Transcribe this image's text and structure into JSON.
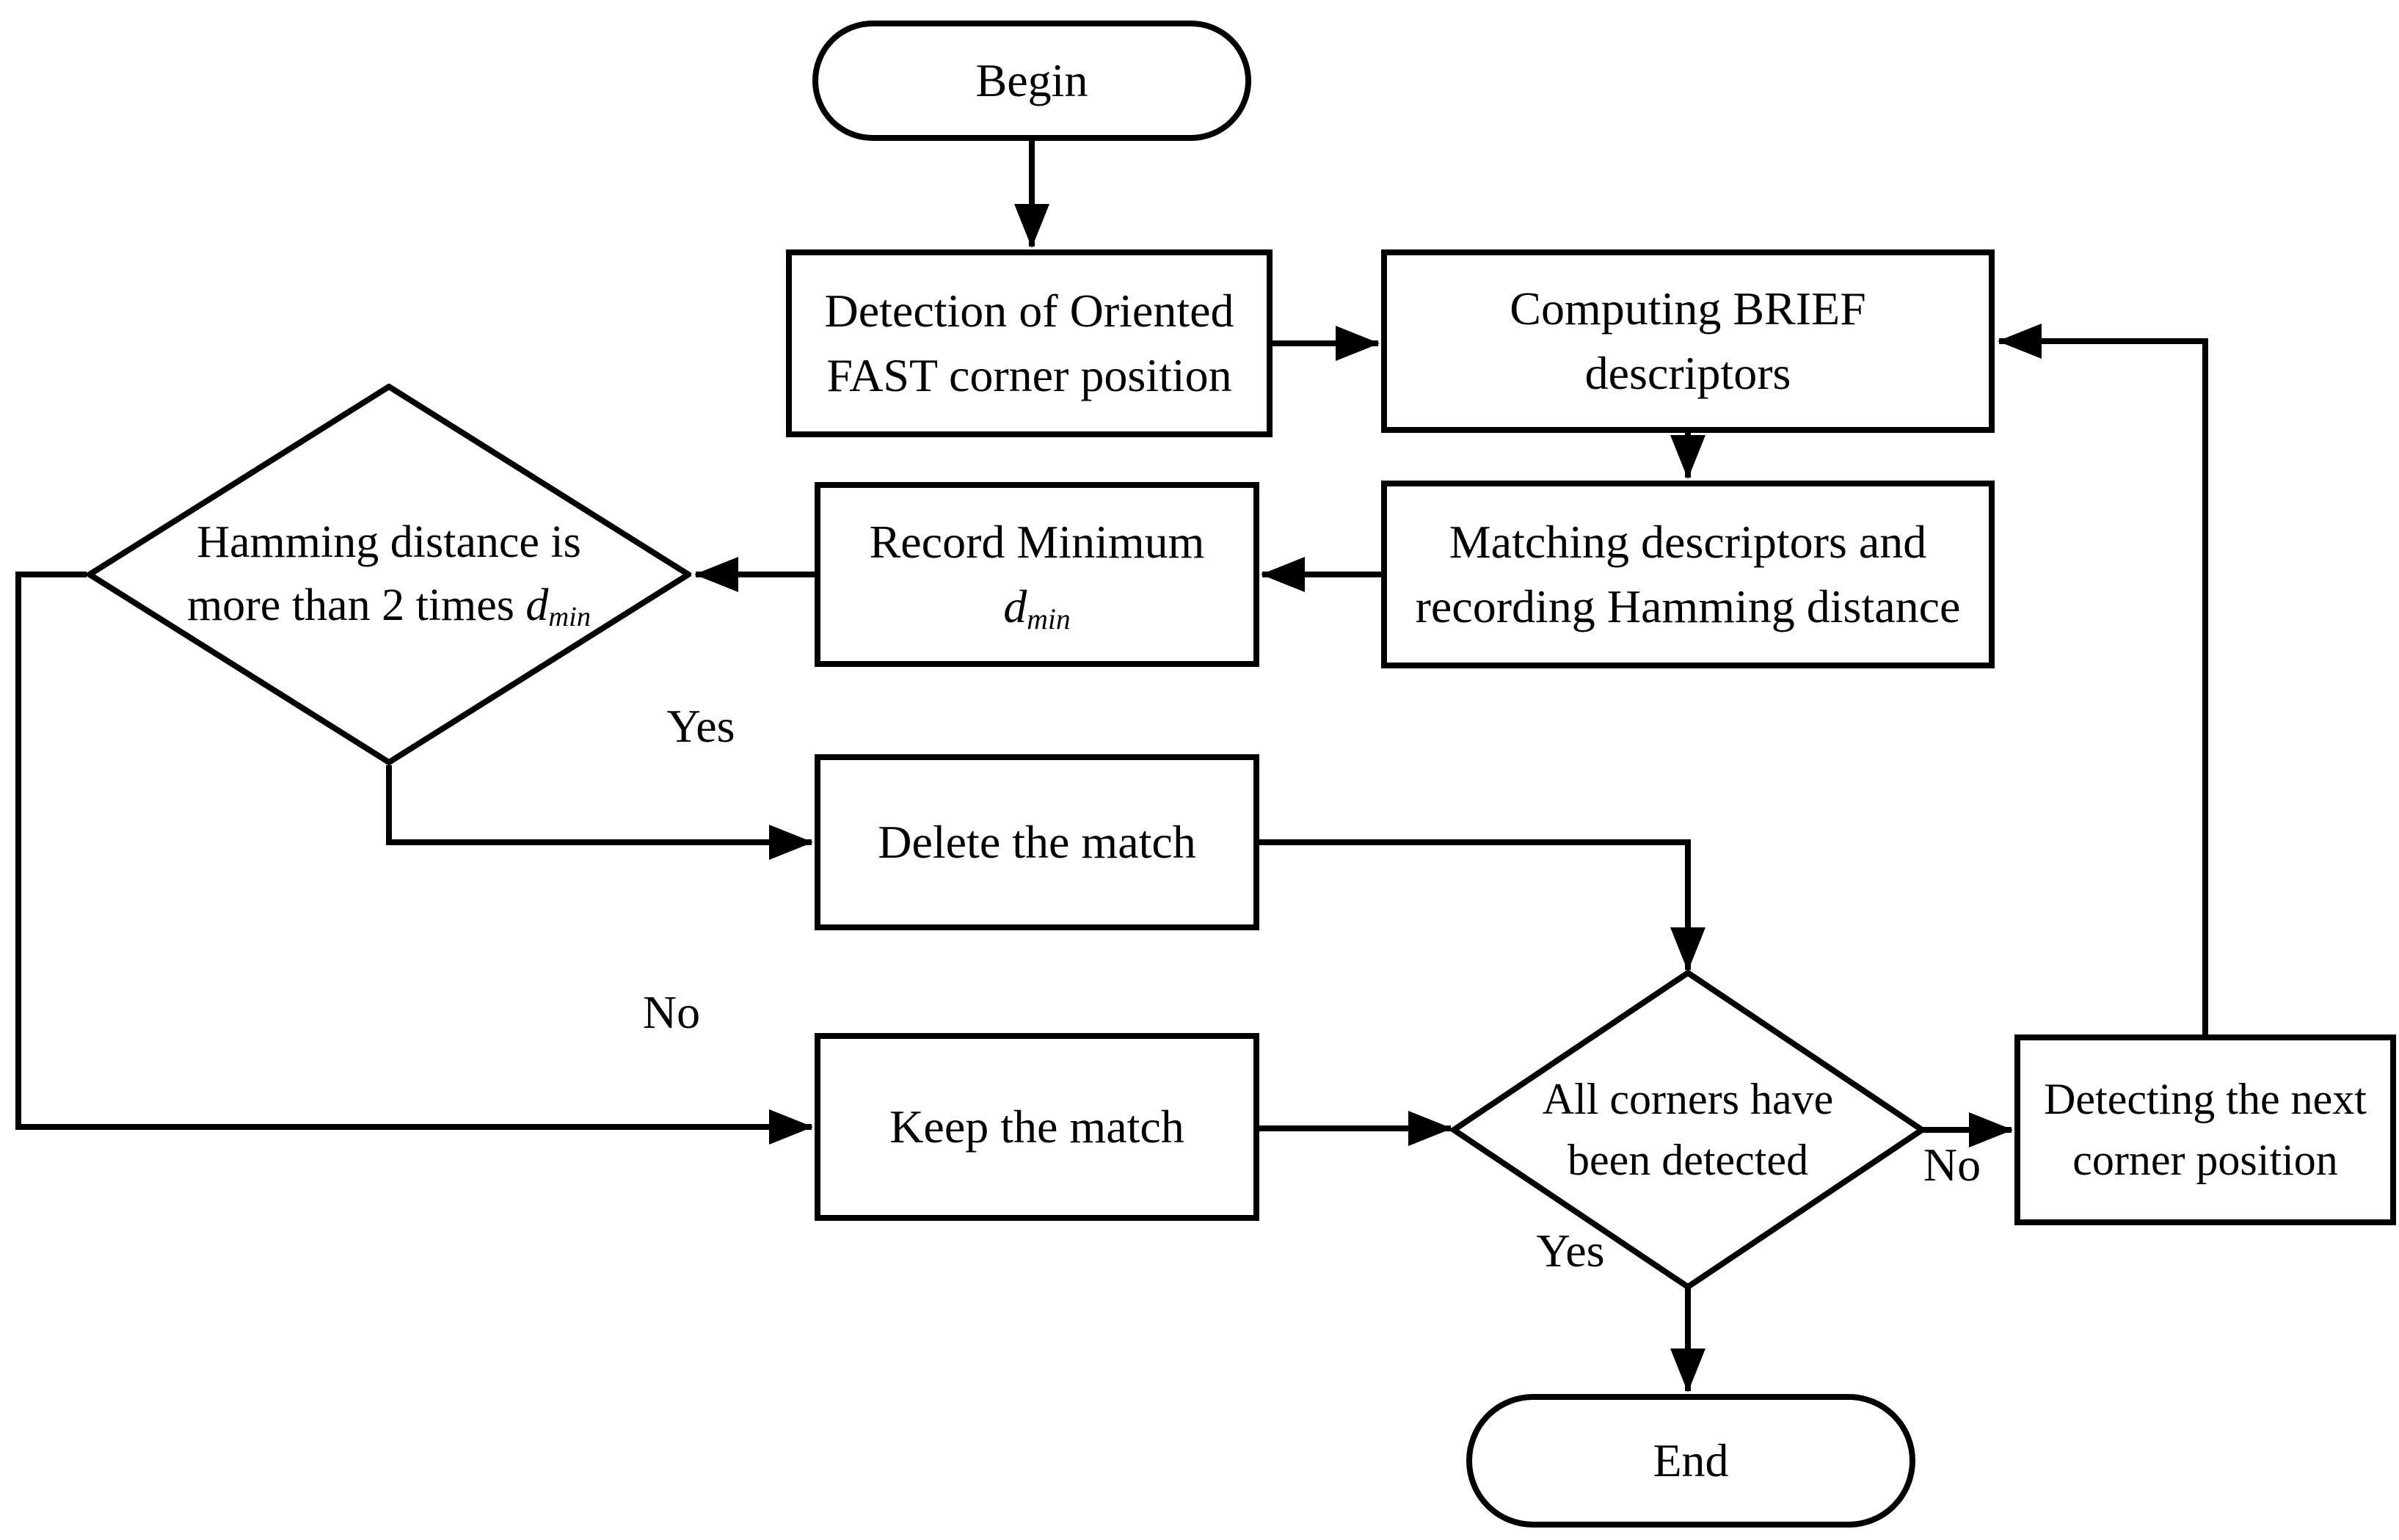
{
  "nodes": {
    "begin": {
      "label": "Begin"
    },
    "detect": {
      "line1": "Detection of Oriented",
      "line2": "FAST corner position"
    },
    "compute": {
      "line1": "Computing BRIEF",
      "line2": "descriptors"
    },
    "match": {
      "line1": "Matching descriptors and",
      "line2": "recording Hamming distance"
    },
    "record": {
      "line1": "Record Minimum",
      "sym_base": "d",
      "sym_sub": "min"
    },
    "hamming_decision": {
      "line1": "Hamming distance is",
      "line2_prefix": "more than 2 times ",
      "sym_base": "d",
      "sym_sub": "min"
    },
    "delete": {
      "label": "Delete the match"
    },
    "keep": {
      "label": "Keep the match"
    },
    "all_corners_decision": {
      "line1": "All corners have",
      "line2": "been detected"
    },
    "next_corner": {
      "line1": "Detecting the next",
      "line2": "corner position"
    },
    "end": {
      "label": "End"
    }
  },
  "edge_labels": {
    "hamming_yes": "Yes",
    "hamming_no": "No",
    "corners_yes": "Yes",
    "corners_no": "No"
  },
  "colors": {
    "line": "#000000",
    "background": "#ffffff"
  }
}
